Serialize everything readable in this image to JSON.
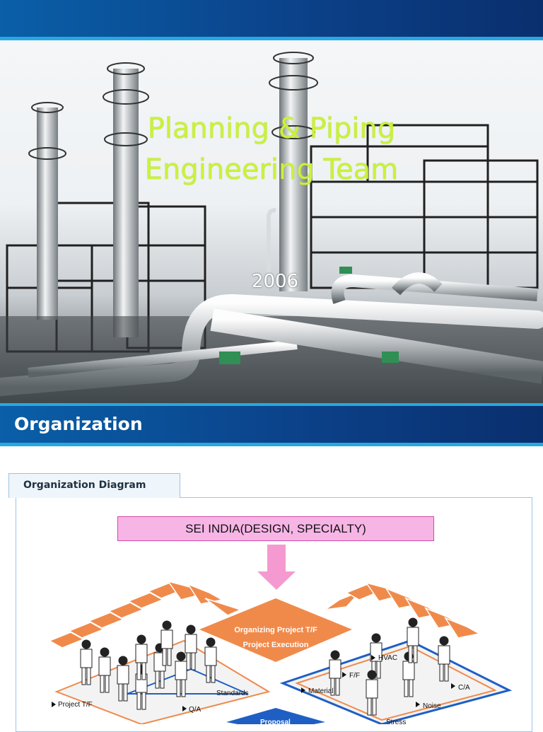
{
  "slide1": {
    "title_line1": "Planning & Piping",
    "title_line2": "Engineering Team",
    "year": "2006"
  },
  "slide2": {
    "section_title": "Organization",
    "tab_label": "Organization Diagram",
    "top_box": "SEI INDIA(DESIGN, SPECIALTY)",
    "center_line1": "Organizing Project T/F",
    "center_line2": "Project Execution",
    "labels": {
      "project_tf": "Project T/F",
      "standards": "Standards",
      "qa": "Q/A",
      "hvac": "HVAC",
      "ff": "F/F",
      "material": "Material",
      "ca": "C/A",
      "noise": "Noise",
      "stress": "Stress",
      "bottom": "Proposal"
    }
  },
  "colors": {
    "band_blue": "#0b3f86",
    "accent_cyan": "#27a8e0",
    "title_green": "#c9f23a",
    "orange": "#f08a4b",
    "pink_box": "#f7b5e6",
    "blue_outline": "#1f5fc4"
  },
  "icons": [
    "down-arrow-icon",
    "people-figure-icon",
    "triangle-bullet-icon"
  ]
}
